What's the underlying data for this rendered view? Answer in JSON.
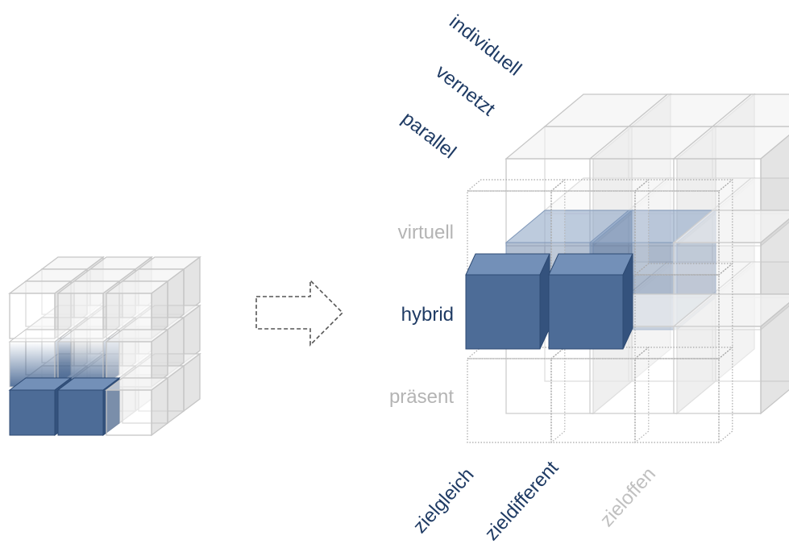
{
  "colors": {
    "accent_dark": "#1f3b64",
    "cube_blue_front": "#4d6c97",
    "cube_blue_top": "#7390b8",
    "cube_blue_side": "#34527d",
    "inactive_text": "#b4b4b4",
    "ghost_stroke": "#c6c6c6",
    "dotted_stroke": "#a6a6a6"
  },
  "arrow": {
    "icon": "dashed-right-arrow-icon"
  },
  "labels": {
    "depth": [
      "individuell",
      "vernetzt",
      "parallel"
    ],
    "vertical": [
      "virtuell",
      "hybrid",
      "präsent"
    ],
    "horizontal": [
      "zielgleich",
      "zieldifferent",
      "zieloffen"
    ]
  },
  "label_states": {
    "depth": [
      true,
      true,
      true
    ],
    "vertical": [
      false,
      true,
      false
    ],
    "horizontal": [
      true,
      true,
      false
    ]
  }
}
